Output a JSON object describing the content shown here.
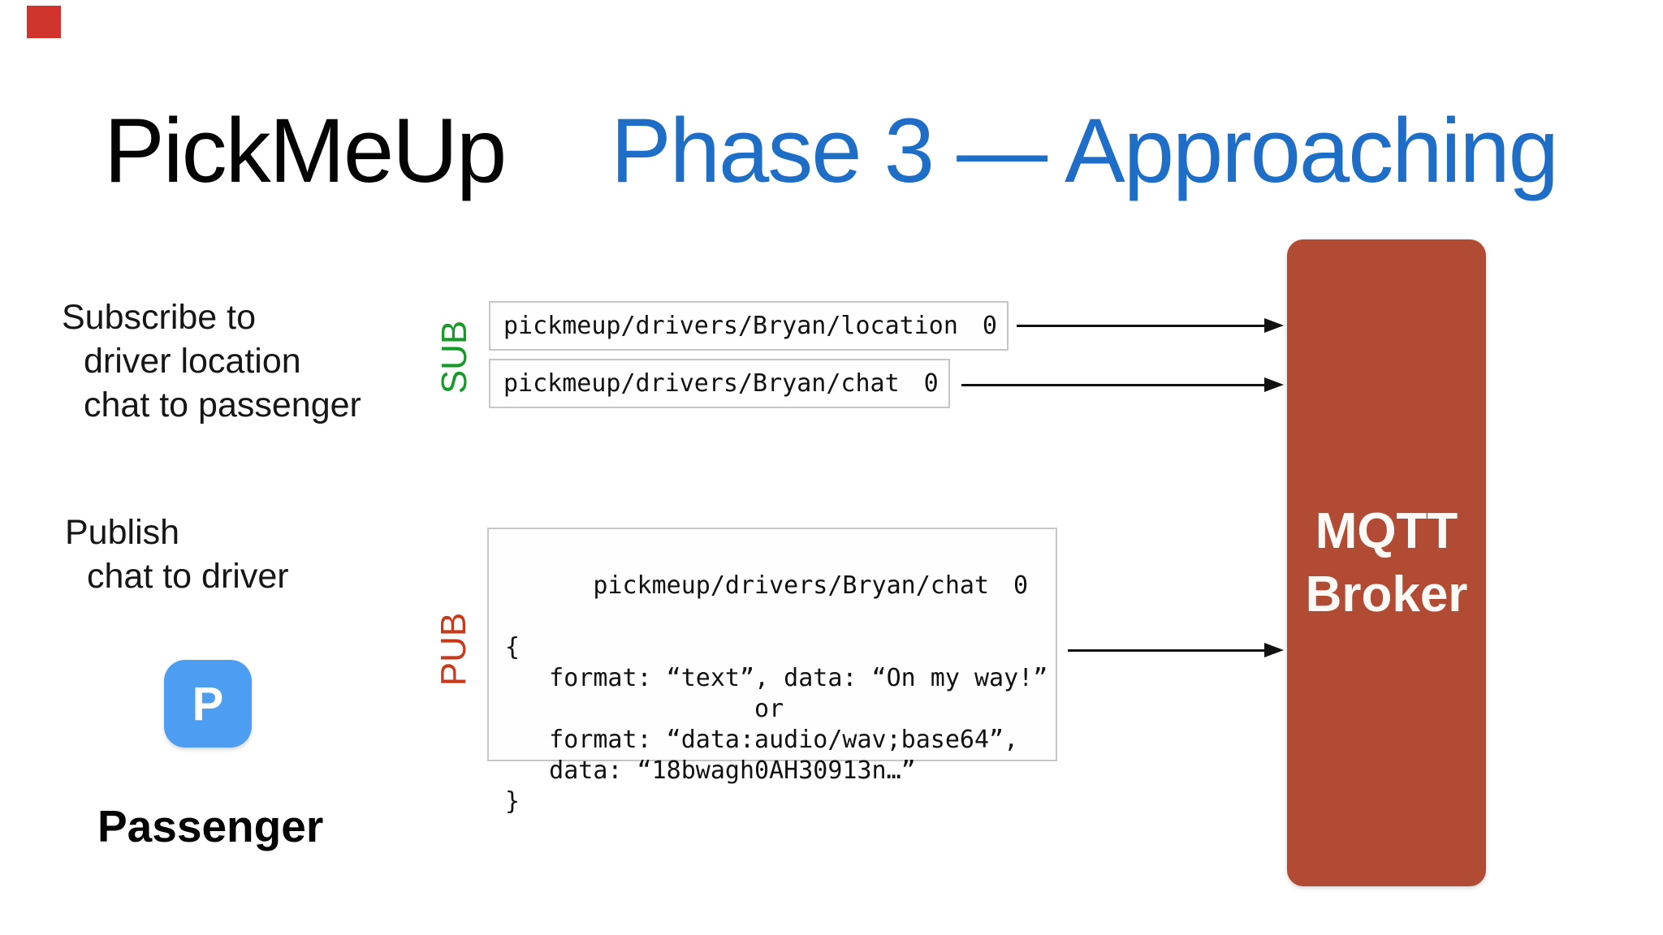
{
  "slide": {
    "app_title": "PickMeUp",
    "phase_title": "Phase 3 — Approaching",
    "phase_title_color": "#1e6ec8",
    "corner_accent_color": "#d0342c",
    "background_color": "#ffffff"
  },
  "subscribe_section": {
    "label": "SUB",
    "label_color": "#169a28",
    "description_lines": [
      "Subscribe to",
      "driver location",
      "chat to passenger"
    ],
    "topics": [
      {
        "topic": "pickmeup/drivers/Bryan/location",
        "qos": "0"
      },
      {
        "topic": "pickmeup/drivers/Bryan/chat",
        "qos": "0"
      }
    ]
  },
  "publish_section": {
    "label": "PUB",
    "label_color": "#c63a1b",
    "description_lines": [
      "Publish",
      "chat to driver"
    ],
    "message": {
      "topic": "pickmeup/drivers/Bryan/chat",
      "qos": "0",
      "body_lines": [
        "{",
        "   format: “text”, data: “On my way!”",
        "                 or",
        "   format: “data:audio/wav;base64”,",
        "   data: “18bwagh0AH30913n…”",
        "}"
      ]
    }
  },
  "passenger": {
    "icon_letter": "P",
    "icon_color": "#4d9ef2",
    "label": "Passenger"
  },
  "broker": {
    "name_line1": "MQTT",
    "name_line2": "Broker",
    "color": "#b24b33"
  }
}
